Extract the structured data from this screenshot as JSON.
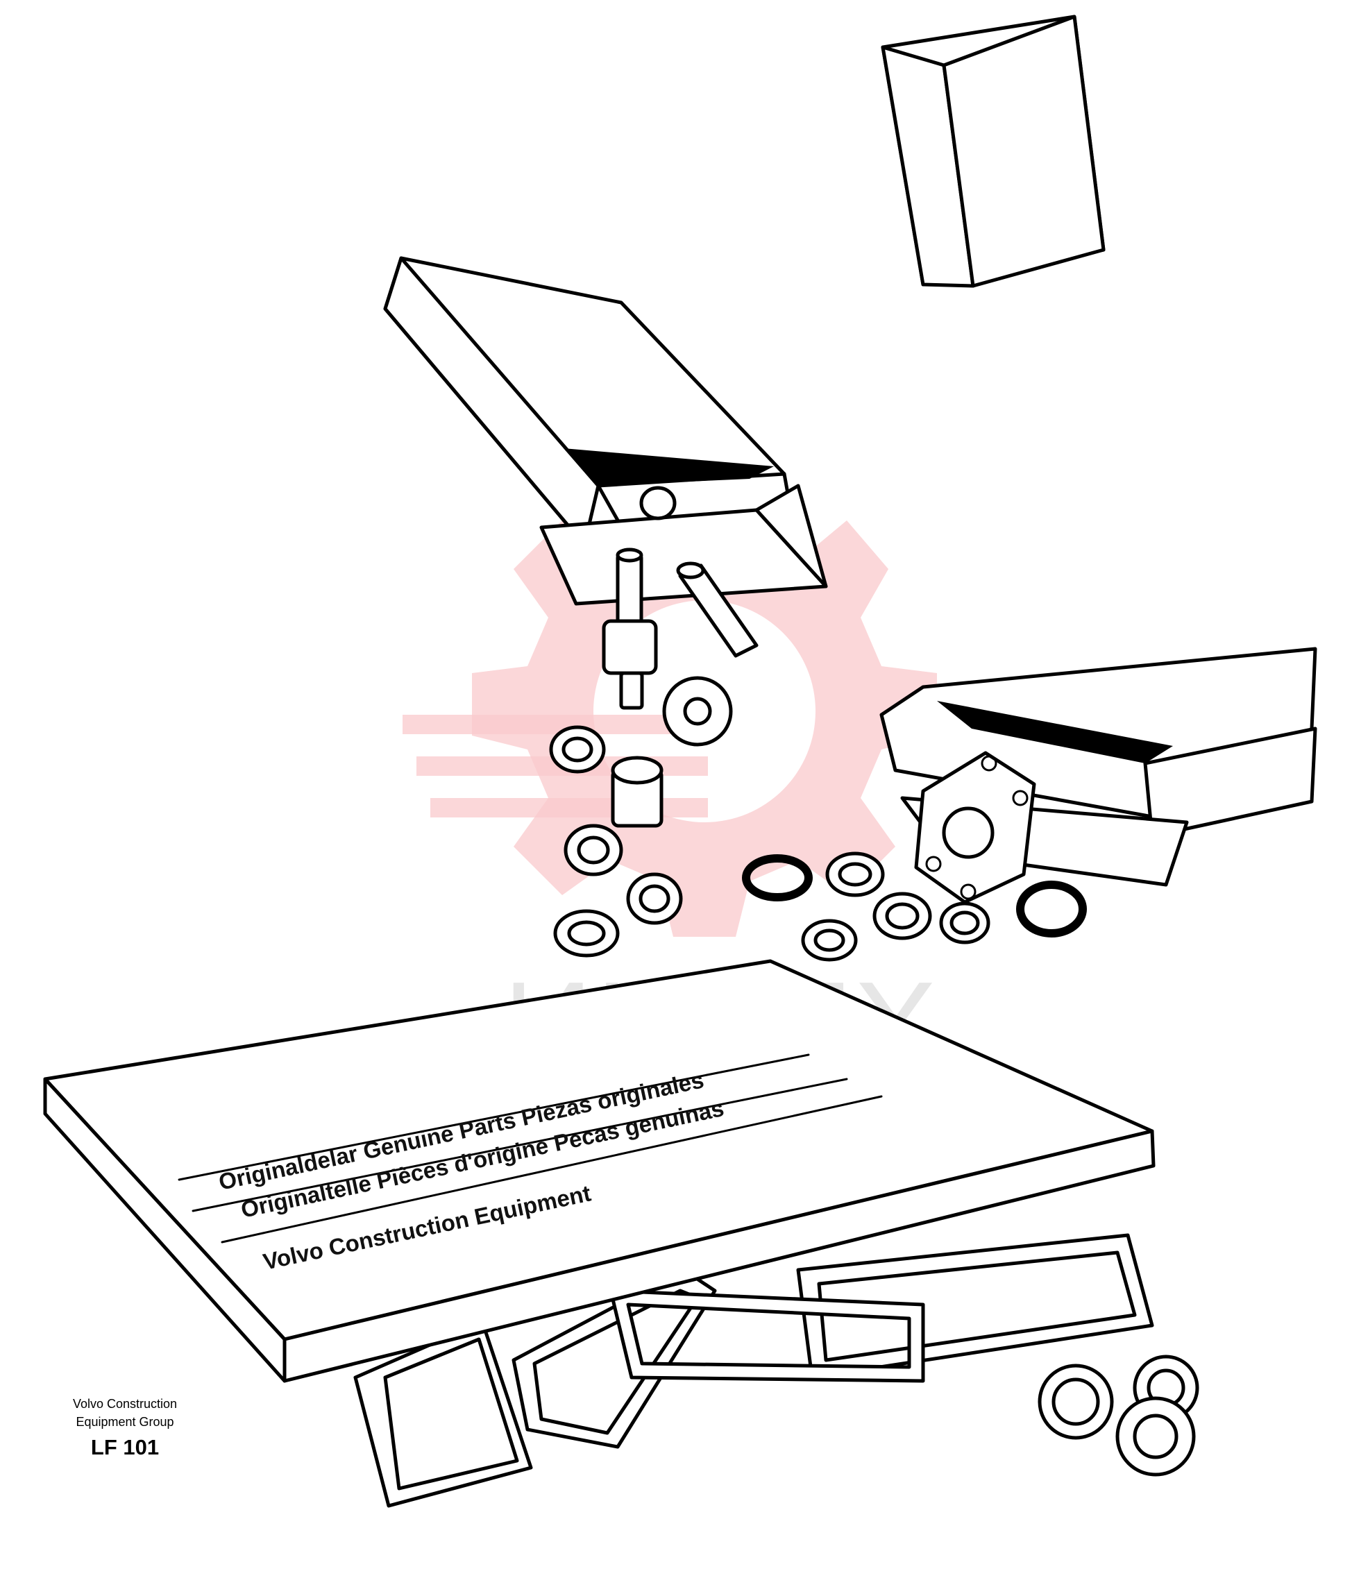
{
  "watermark": {
    "text": "ИНТЕХ",
    "color": "#f9c9cc"
  },
  "book": {
    "lines": [
      "Originaldelar Genuine Parts Piezas originales",
      "Originaltelle Pièces d'origine Pecas genuinas",
      "Volvo Construction Equipment"
    ]
  },
  "caption": {
    "line1": "Volvo Construction",
    "line2": "Equipment Group",
    "code": "LF 101"
  }
}
